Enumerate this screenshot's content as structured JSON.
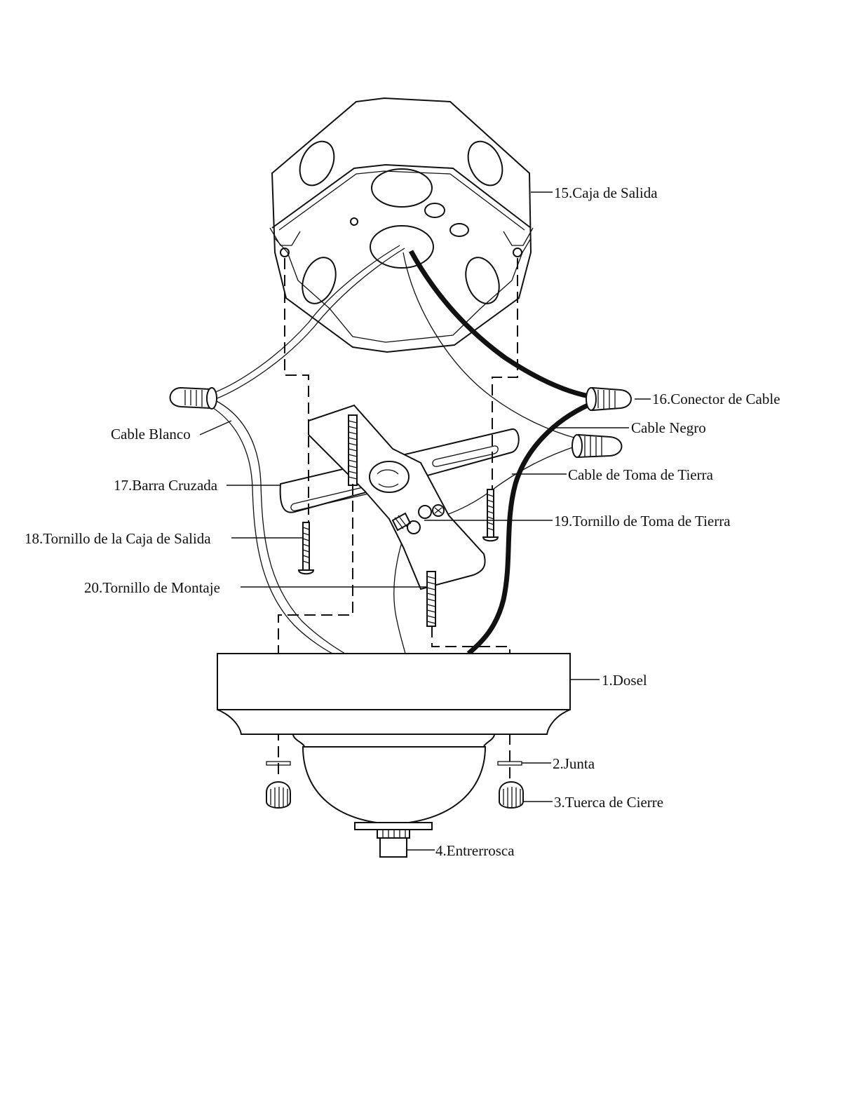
{
  "diagram": {
    "labels": {
      "outlet_box": "15.Caja de Salida",
      "wire_connector": "16.Conector de Cable",
      "black_wire": "Cable Negro",
      "white_wire": "Cable Blanco",
      "ground_wire": "Cable de Toma de Tierra",
      "crossbar": "17.Barra Cruzada",
      "ground_screw": "19.Tornillo de Toma de Tierra",
      "outlet_box_screw": "18.Tornillo de la Caja de Salida",
      "mounting_screw": "20.Tornillo de Montaje",
      "canopy": "1.Dosel",
      "washer": "2.Junta",
      "lock_nut": "3.Tuerca de Cierre",
      "nipple": "4.Entrerrosca"
    },
    "colors": {
      "line": "#111111",
      "background": "#ffffff"
    }
  }
}
